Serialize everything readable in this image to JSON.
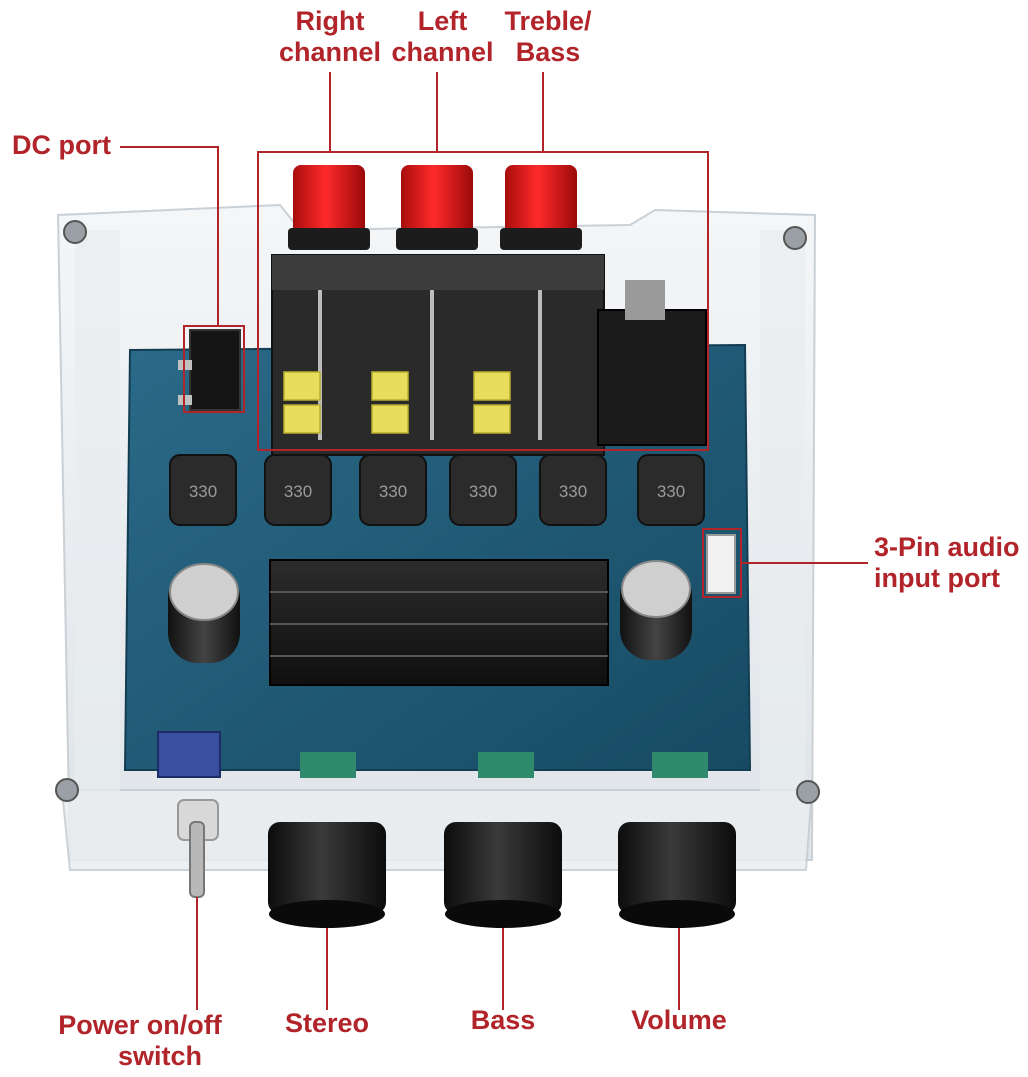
{
  "labels": {
    "right_channel": [
      "Right",
      "channel"
    ],
    "left_channel": [
      "Left",
      "channel"
    ],
    "treble_bass": [
      "Treble/",
      "Bass"
    ],
    "dc_port": "DC port",
    "audio_input": [
      "3-Pin audio",
      "input port"
    ],
    "power_switch": [
      "Power on/off",
      "switch"
    ],
    "stereo": "Stereo",
    "bass": "Bass",
    "volume": "Volume"
  },
  "board": {
    "inductor_marking": "330"
  },
  "colors": {
    "label": "#b0242a",
    "leader": "#b0242a",
    "pcb": "#1f5a78",
    "knob_cap": "#e01a1a",
    "knob_black": "#1a1a1a"
  }
}
